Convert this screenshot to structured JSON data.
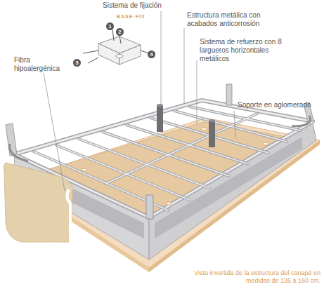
{
  "diagram": {
    "caption": "Vista invertida de la estructura del canapé en medidas de 135 a 160 cm.",
    "labels": [
      "Sistema de fijación",
      "BASE·FIX",
      "1",
      "2",
      "3",
      "4",
      "Fibra hipoalergénica",
      "Estructura metálica con acabados anticorrosión",
      "Sistema de refuerzo con 8 largueros horizontales metálicos",
      "Soporte en aglomerado"
    ]
  }
}
